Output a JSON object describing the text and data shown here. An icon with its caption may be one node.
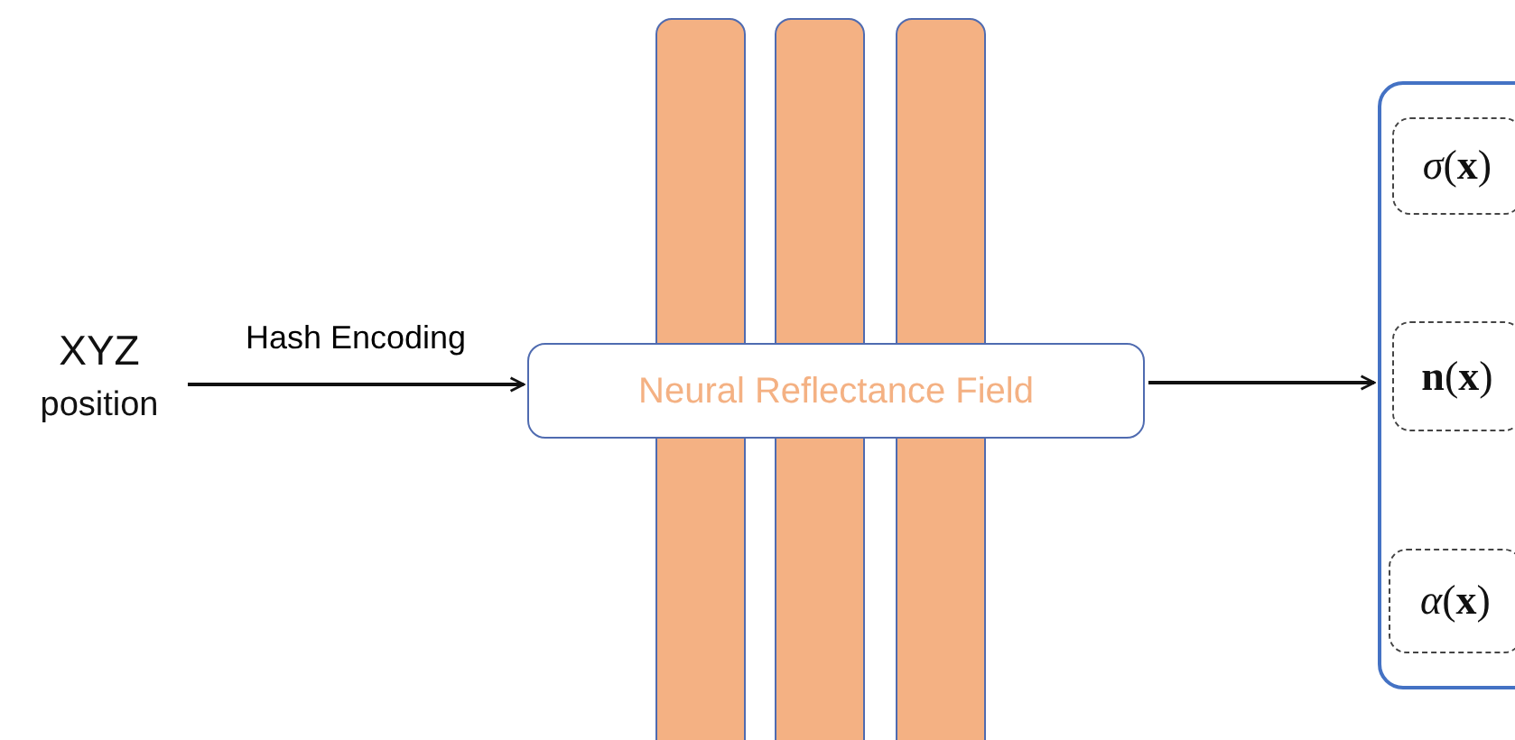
{
  "diagram": {
    "nodes": [
      {
        "text": [
          "XYZ",
          "position"
        ]
      },
      {
        "text": [],
        "shape": "bar"
      },
      {
        "text": [],
        "shape": "bar"
      },
      {
        "text": [],
        "shape": "bar"
      },
      {
        "text": [
          "Neural Reflectance Field"
        ]
      },
      {
        "text": [],
        "shape": "box"
      },
      {
        "text": [
          "*σ*(**x**)"
        ],
        "in": 5
      },
      {
        "text": [
          "**n**(**x**)"
        ],
        "in": 5
      },
      {
        "text": [
          "*α*(**x**)"
        ],
        "in": 5
      }
    ],
    "edges": [
      {
        "from": 0,
        "to": 4,
        "arrow": "to",
        "label": "Hash Encoding"
      },
      {
        "from": 4,
        "to": 5,
        "arrow": "to"
      }
    ]
  }
}
